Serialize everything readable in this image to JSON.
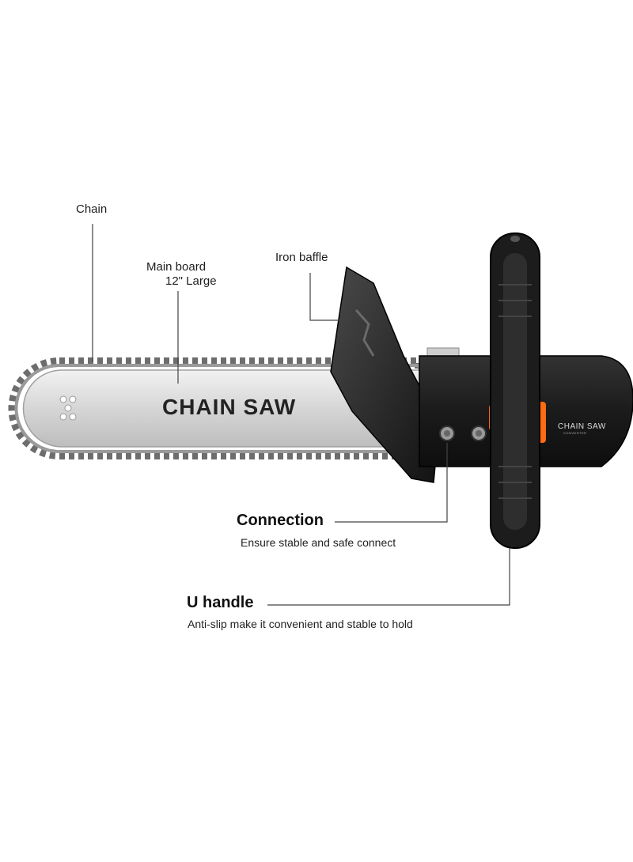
{
  "callouts": {
    "chain": "Chain",
    "main_board_line1": "Main board",
    "main_board_line2": "12\" Large",
    "iron_baffle": "Iron baffle",
    "connection_title": "Connection",
    "connection_desc": "Ensure stable and safe connect",
    "u_handle_title": "U handle",
    "u_handle_desc": "Anti-slip make it convenient and stable to hold"
  },
  "product": {
    "bar_text": "CHAIN SAW",
    "brand_text": "CHAIN SAW",
    "brand_sub": "CONVERTER"
  },
  "colors": {
    "accent_orange": "#ff6a13",
    "body_black": "#1b1b1b",
    "bar_silver": "#d9d9d9",
    "leader_line": "#444444"
  }
}
